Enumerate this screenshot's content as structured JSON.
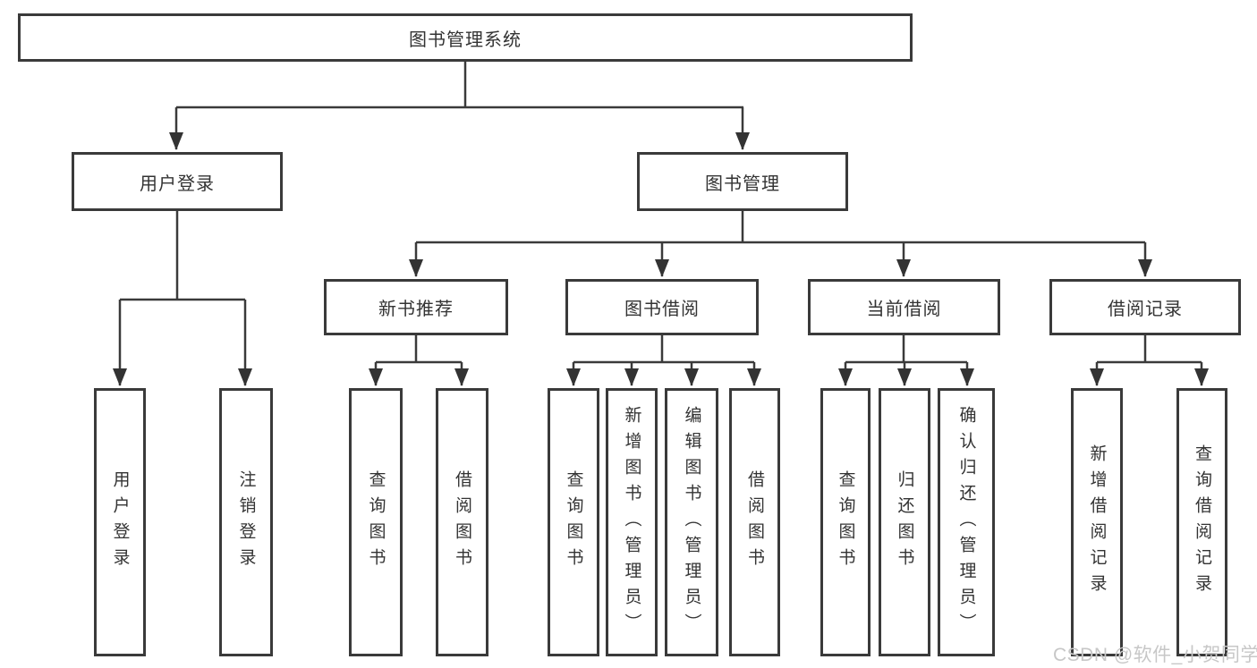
{
  "diagram": {
    "title": "图书管理系统",
    "nodes": {
      "root": {
        "label": "图书管理系统"
      },
      "user_login": {
        "label": "用户登录"
      },
      "book_mgmt": {
        "label": "图书管理"
      },
      "new_book_rec": {
        "label": "新书推荐"
      },
      "book_borrow": {
        "label": "图书借阅"
      },
      "current_borrow": {
        "label": "当前借阅"
      },
      "borrow_records": {
        "label": "借阅记录"
      },
      "leaf_user_login": {
        "label": "用户登录"
      },
      "leaf_logout": {
        "label": "注销登录"
      },
      "leaf_query_book_1": {
        "label": "查询图书"
      },
      "leaf_borrow_book_1": {
        "label": "借阅图书"
      },
      "leaf_query_book_2": {
        "label": "查询图书"
      },
      "leaf_add_book": {
        "label": "新增图书（管理员）"
      },
      "leaf_edit_book": {
        "label": "编辑图书（管理员）"
      },
      "leaf_borrow_book_2": {
        "label": "借阅图书"
      },
      "leaf_query_book_3": {
        "label": "查询图书"
      },
      "leaf_return_book": {
        "label": "归还图书"
      },
      "leaf_confirm_return": {
        "label": "确认归还（管理员）"
      },
      "leaf_add_record": {
        "label": "新增借阅记录"
      },
      "leaf_query_record": {
        "label": "查询借阅记录"
      }
    },
    "edges": [
      "图书管理系统 -> 用户登录",
      "图书管理系统 -> 图书管理",
      "用户登录 -> 用户登录(叶)",
      "用户登录 -> 注销登录",
      "图书管理 -> 新书推荐",
      "图书管理 -> 图书借阅",
      "图书管理 -> 当前借阅",
      "图书管理 -> 借阅记录",
      "新书推荐 -> 查询图书",
      "新书推荐 -> 借阅图书",
      "图书借阅 -> 查询图书",
      "图书借阅 -> 新增图书（管理员）",
      "图书借阅 -> 编辑图书（管理员）",
      "图书借阅 -> 借阅图书",
      "当前借阅 -> 查询图书",
      "当前借阅 -> 归还图书",
      "当前借阅 -> 确认归还（管理员）",
      "借阅记录 -> 新增借阅记录",
      "借阅记录 -> 查询借阅记录"
    ]
  },
  "watermark": "CSDN @软件_小贺同学",
  "colors": {
    "line": "#3a3a3a",
    "box_border": "#3a3a3a",
    "text": "#333333",
    "watermark": "#c7c7c7",
    "background": "#ffffff"
  }
}
